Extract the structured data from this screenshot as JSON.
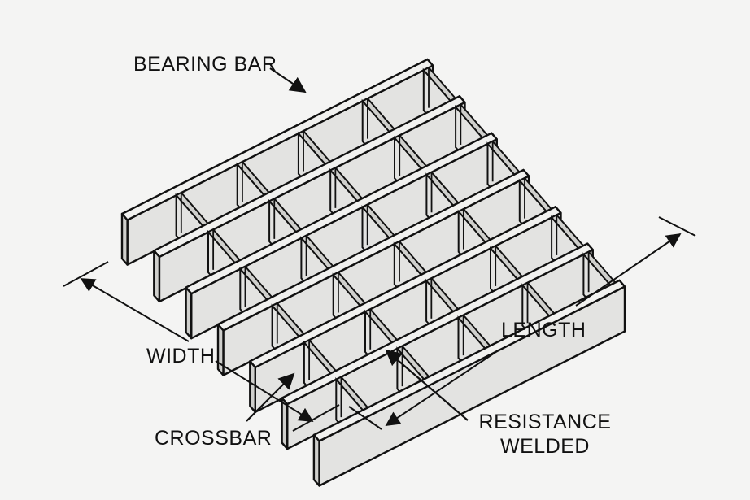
{
  "labels": {
    "bearing_bar": "BEARING BAR",
    "width": "WIDTH",
    "length": "LENGTH",
    "crossbar": "CROSSBAR",
    "resistance_welded_line1": "RESISTANCE",
    "resistance_welded_line2": "WELDED"
  },
  "colors": {
    "background": "#f4f4f3",
    "bar_fill": "#e3e3e1",
    "bar_top": "#f1f1ef",
    "bar_shade": "#cfcfcc",
    "ink": "#111111"
  }
}
